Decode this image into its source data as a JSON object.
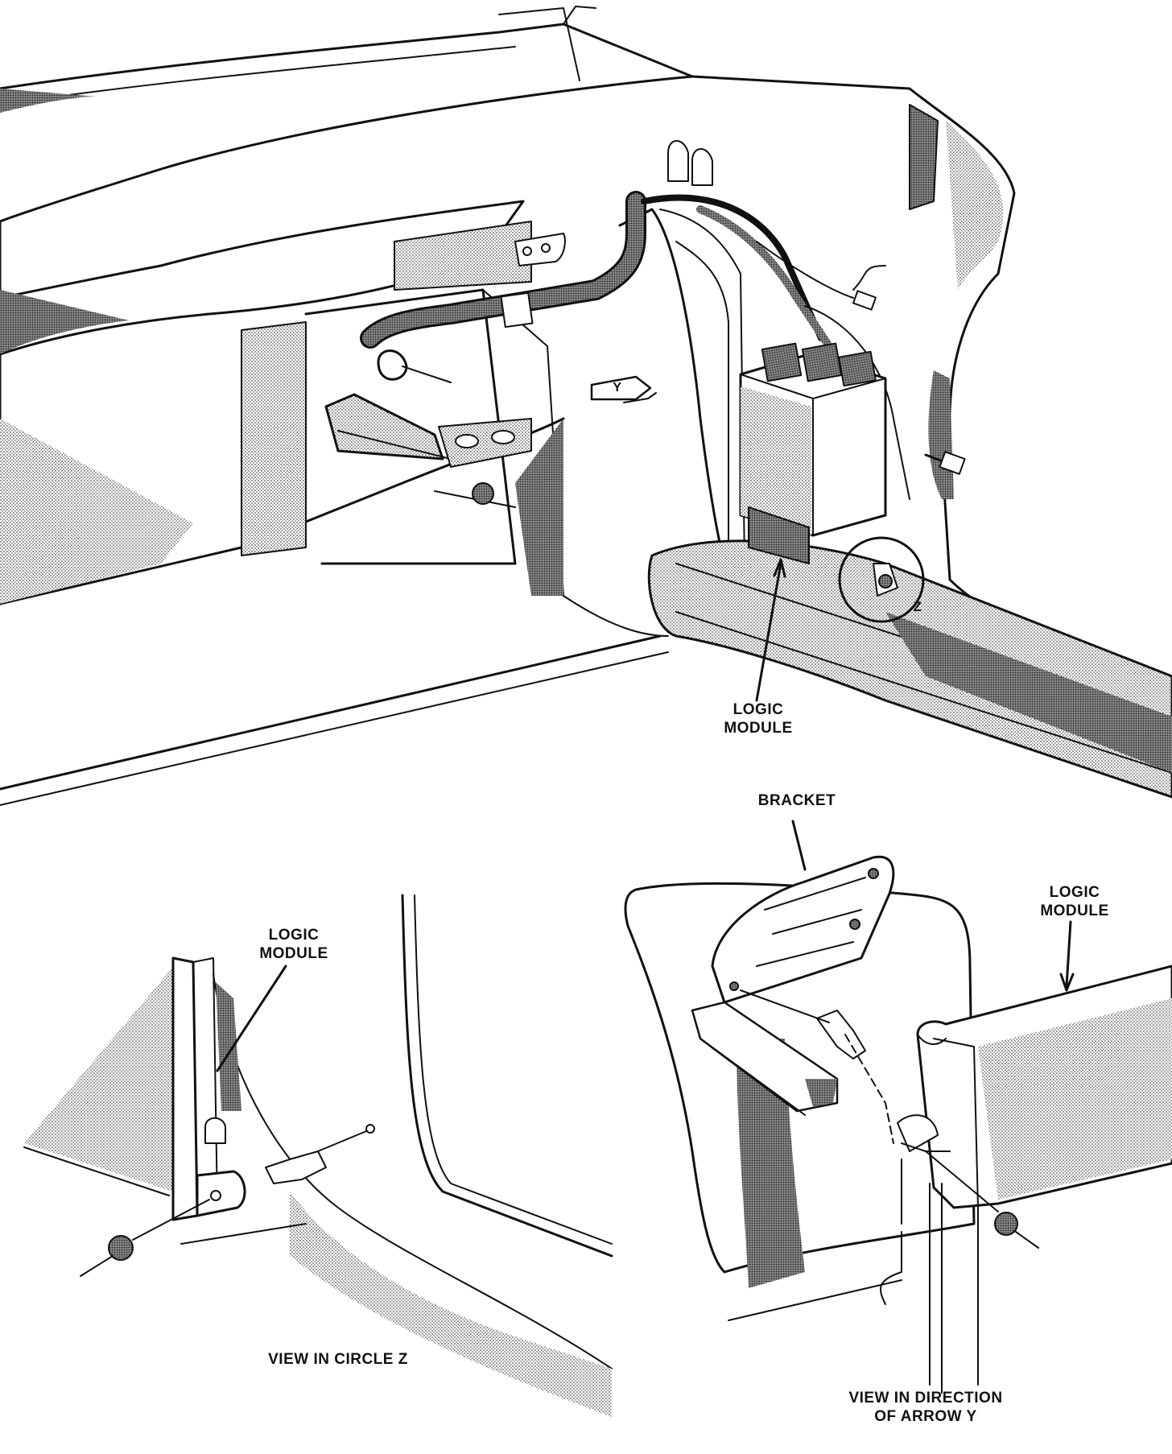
{
  "labels": {
    "logic_module_main": [
      "LOGIC",
      "MODULE"
    ],
    "logic_module_circle_z": [
      "LOGIC",
      "MODULE"
    ],
    "logic_module_arrow_y": [
      "LOGIC",
      "MODULE"
    ],
    "bracket": "BRACKET",
    "view_in_circle_z": "VIEW IN CIRCLE Z",
    "view_in_direction": [
      "VIEW IN DIRECTION",
      "OF ARROW Y"
    ],
    "arrow_y_marker": "Y",
    "circle_marker": "Z"
  },
  "colors": {
    "ink": "#111111",
    "shade": "#9a9a9a",
    "paper": "#ffffff"
  }
}
